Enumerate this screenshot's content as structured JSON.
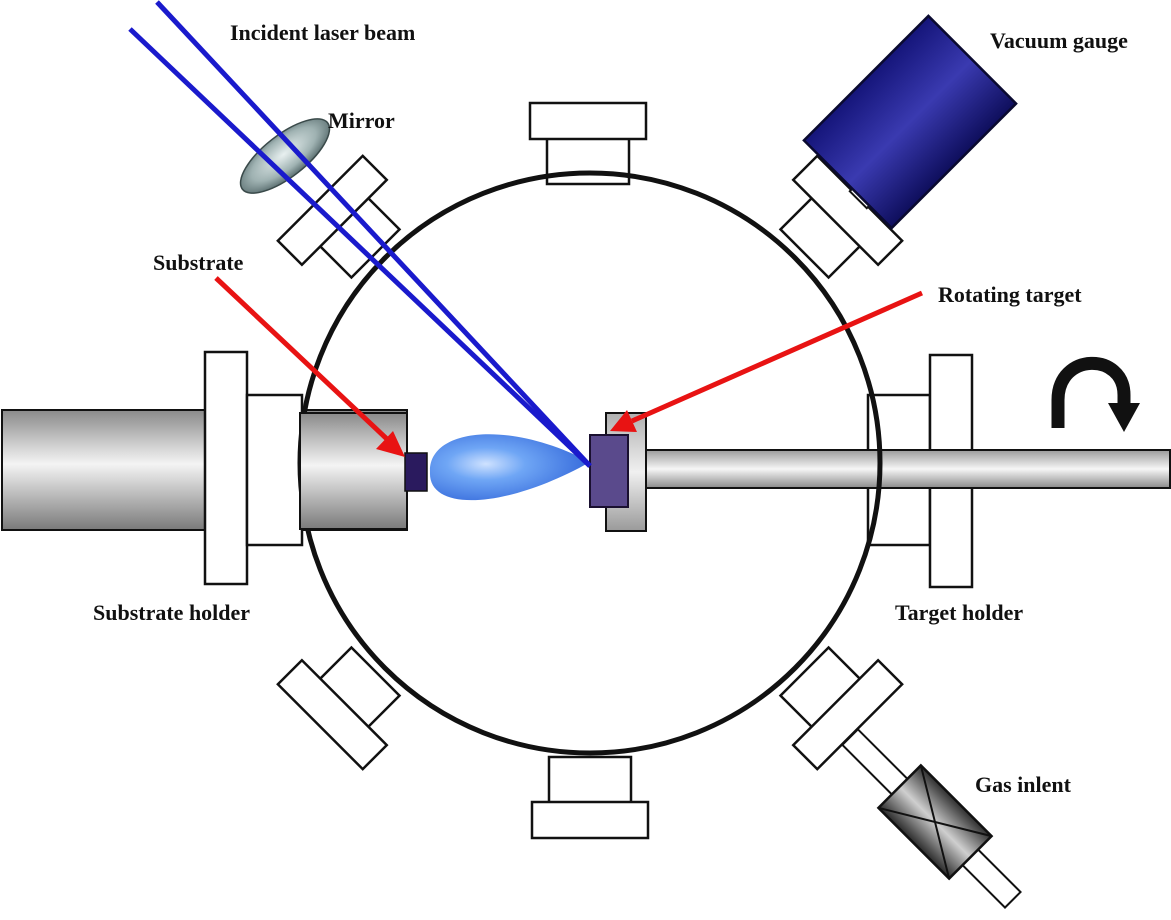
{
  "labels": {
    "incident_laser_beam": "Incident laser beam",
    "vacuum_gauge": "Vacuum gauge",
    "mirror": "Mirror",
    "substrate": "Substrate",
    "rotating_target": "Rotating target",
    "substrate_holder": "Substrate holder",
    "target_holder": "Target holder",
    "gas_inlet": "Gas inlent"
  },
  "colors": {
    "laser_beam": "#1a1acc",
    "pointer_arrow": "#e81313",
    "vacuum_gauge": "#1a1a8c",
    "plume": "#3b7ce8",
    "substrate": "#2a1a5e",
    "target": "#5a4a8c",
    "outline": "#111111"
  },
  "icons": {
    "rotation": "curved-rotation-arrow-icon",
    "gas_valve": "valve-cross-icon"
  }
}
